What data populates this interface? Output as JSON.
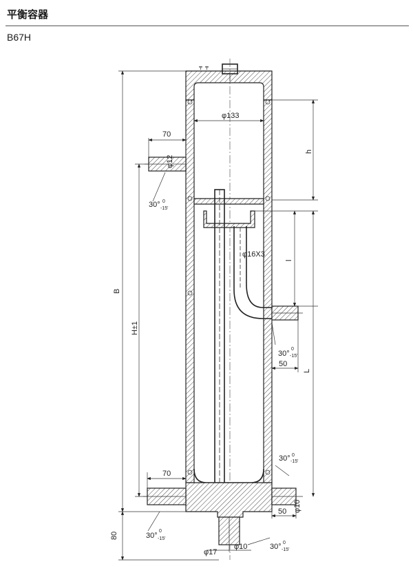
{
  "header": {
    "title": "平衡容器",
    "model": "B67H"
  },
  "dimensions": {
    "dia_133": "φ133",
    "dia_16x3": "φ16X3",
    "dia_12": "φ12",
    "dia_10": "φ10",
    "dia_17": "φ17",
    "dia_10_bottom": "φ10",
    "len_70_top": "70",
    "len_70_bottom": "70",
    "len_50_mid": "50",
    "len_50_bottom": "50",
    "len_80": "80",
    "label_h": "h",
    "label_l": "l",
    "label_L": "L",
    "label_B": "B",
    "label_H1": "H±1",
    "angle": "30°",
    "tol_upper": "0",
    "tol_lower": "-15'"
  }
}
